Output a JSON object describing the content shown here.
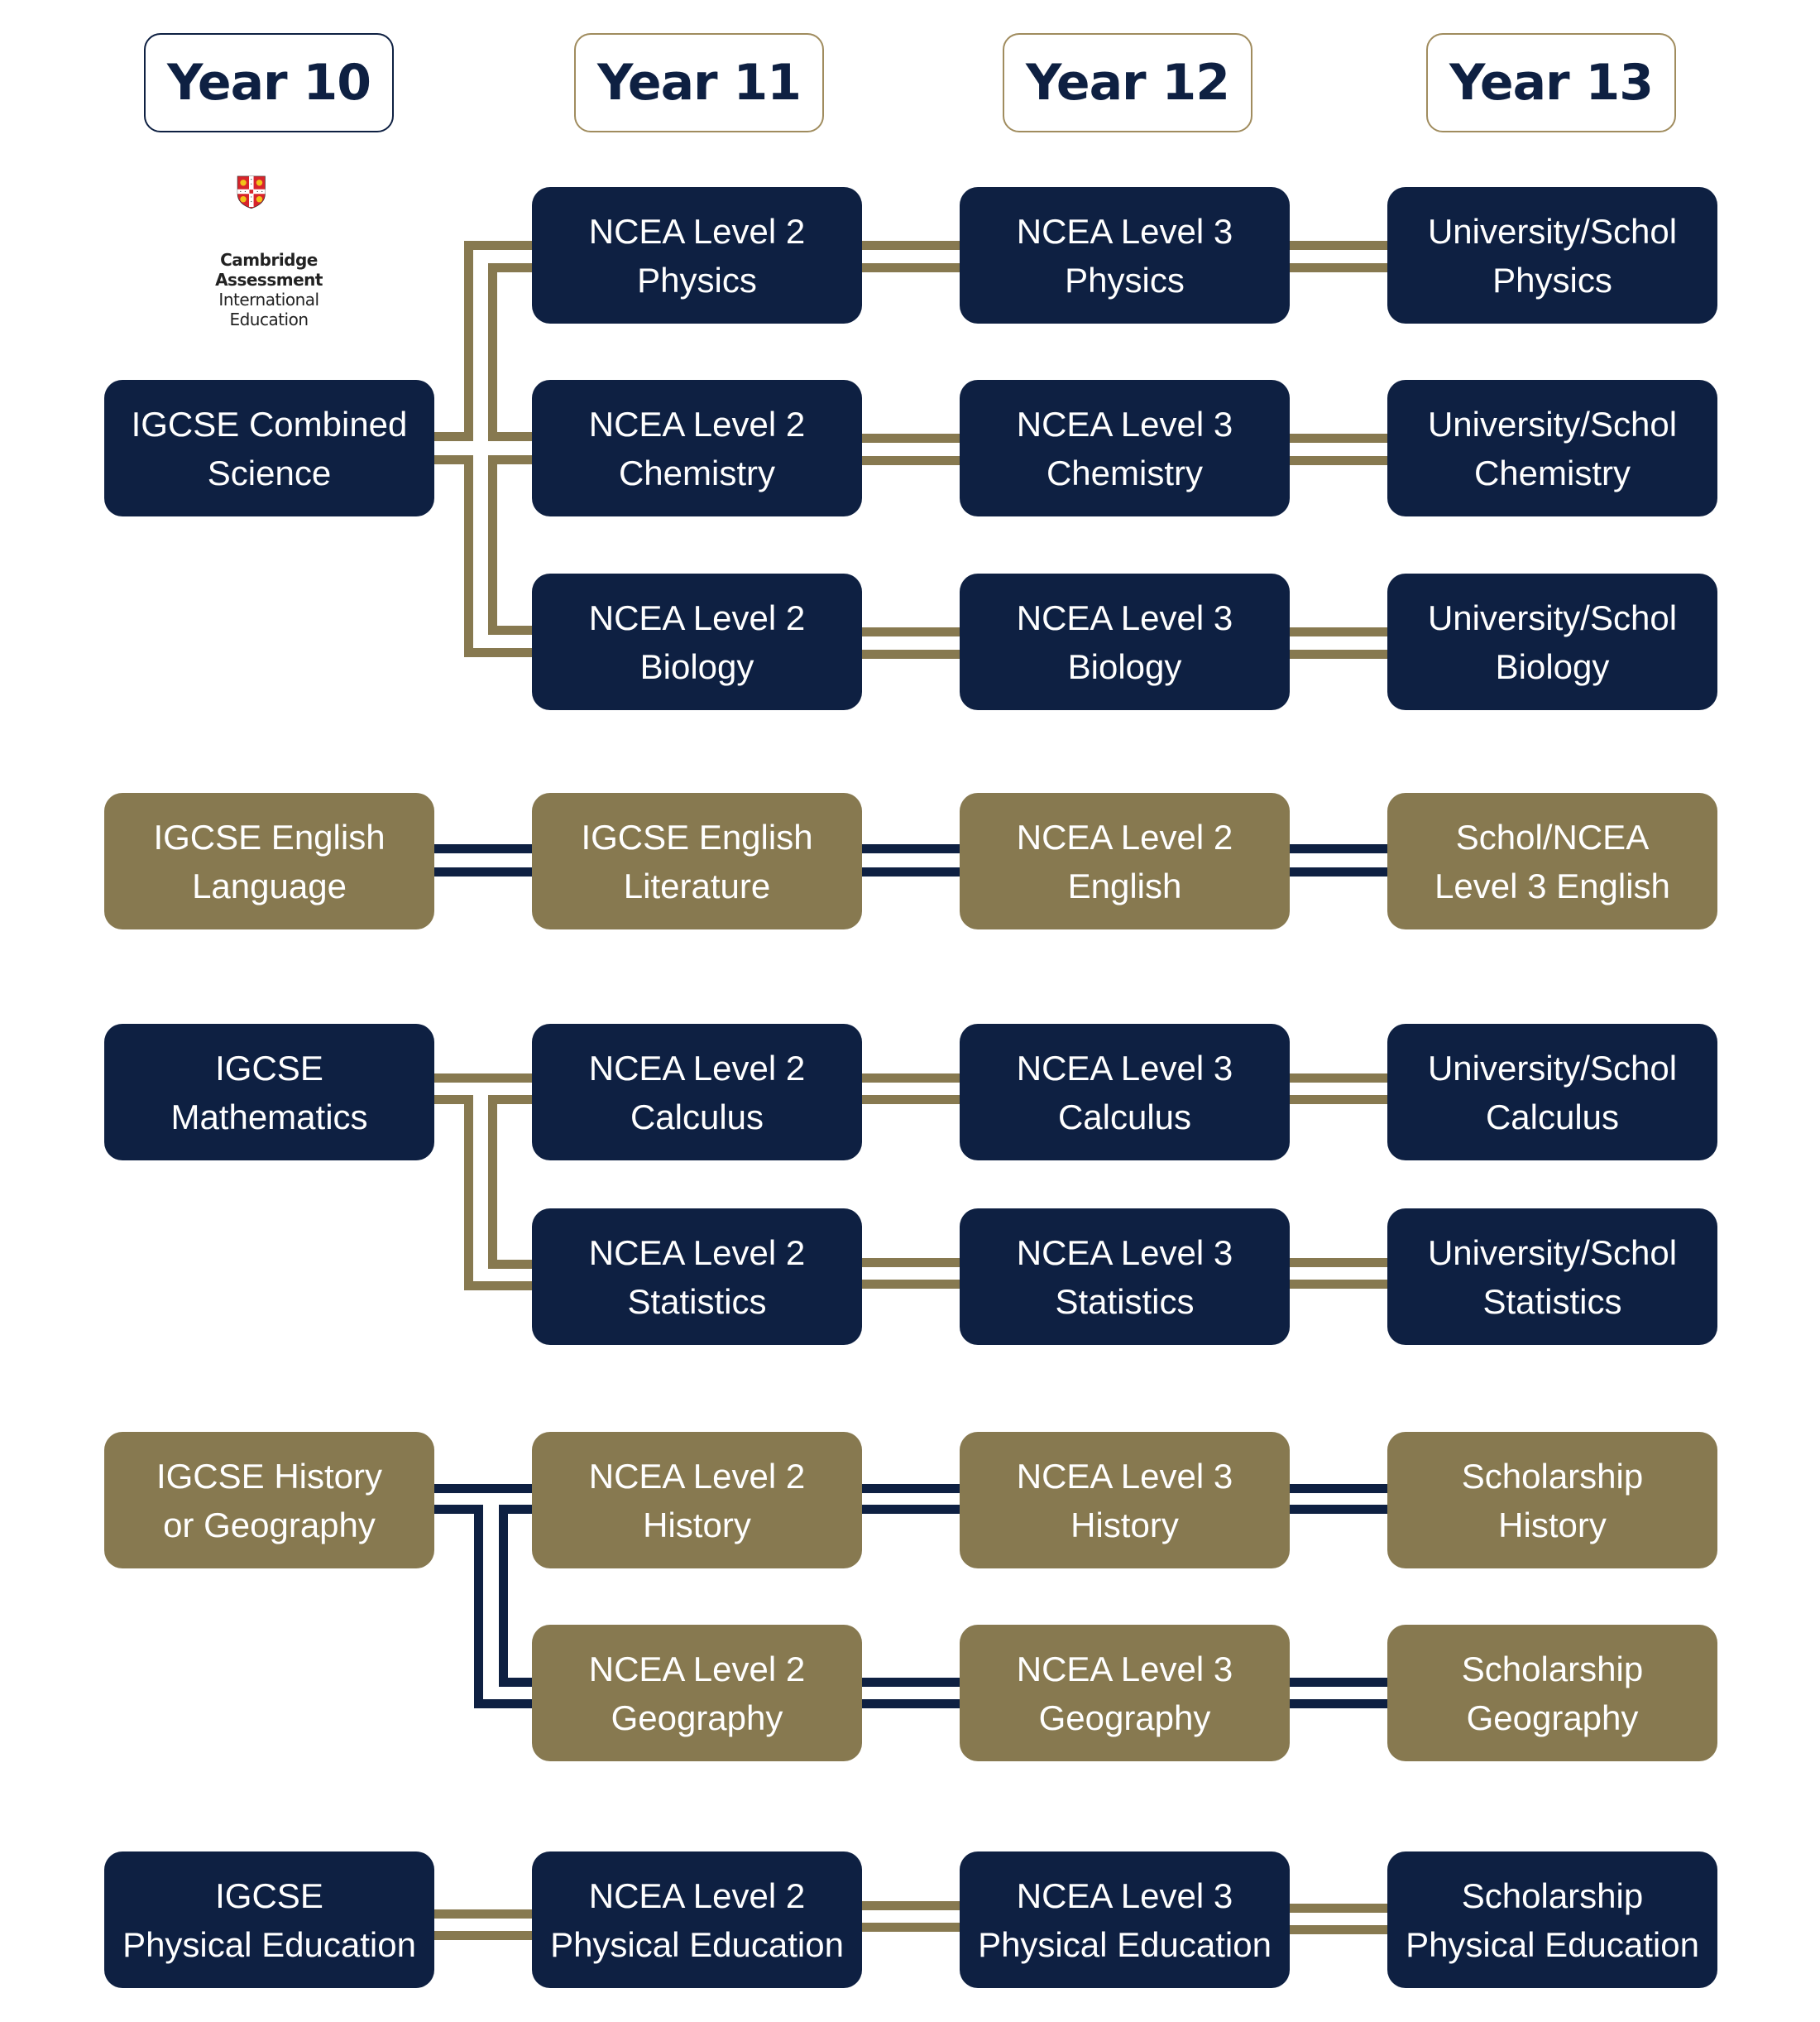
{
  "headers": [
    "Year 10",
    "Year 11",
    "Year 12",
    "Year 13"
  ],
  "logo": {
    "icon": "cambridge-shield-icon",
    "lines": [
      "Cambridge",
      "Assessment",
      "International",
      "Education"
    ]
  },
  "colors": {
    "navy": "#0e2042",
    "gold": "#877950",
    "background": "#ffffff"
  },
  "pathways": [
    {
      "name": "science",
      "year10": "IGCSE Combined\nScience",
      "color": "navy",
      "connector_color": "gold",
      "branches": [
        {
          "year11": "NCEA Level 2\nPhysics",
          "year12": "NCEA Level 3\nPhysics",
          "year13": "University/Schol\nPhysics"
        },
        {
          "year11": "NCEA Level 2\nChemistry",
          "year12": "NCEA Level 3\nChemistry",
          "year13": "University/Schol\nChemistry"
        },
        {
          "year11": "NCEA Level 2\nBiology",
          "year12": "NCEA Level 3\nBiology",
          "year13": "University/Schol\nBiology"
        }
      ]
    },
    {
      "name": "english",
      "year10": "IGCSE English\nLanguage",
      "color": "gold",
      "connector_color": "navy",
      "branches": [
        {
          "year11": "IGCSE English\nLiterature",
          "year12": "NCEA Level 2\nEnglish",
          "year13": "Schol/NCEA\nLevel 3 English"
        }
      ]
    },
    {
      "name": "mathematics",
      "year10": "IGCSE\nMathematics",
      "color": "navy",
      "connector_color": "gold",
      "branches": [
        {
          "year11": "NCEA Level 2\nCalculus",
          "year12": "NCEA Level 3\nCalculus",
          "year13": "University/Schol\nCalculus"
        },
        {
          "year11": "NCEA Level 2\nStatistics",
          "year12": "NCEA Level 3\nStatistics",
          "year13": "University/Schol\nStatistics"
        }
      ]
    },
    {
      "name": "humanities",
      "year10": "IGCSE History\nor Geography",
      "color": "gold",
      "connector_color": "navy",
      "branches": [
        {
          "year11": "NCEA Level 2\nHistory",
          "year12": "NCEA Level 3\nHistory",
          "year13": "Scholarship\nHistory"
        },
        {
          "year11": "NCEA Level 2\nGeography",
          "year12": "NCEA Level 3\nGeography",
          "year13": "Scholarship\nGeography"
        }
      ]
    },
    {
      "name": "physical-education",
      "year10": "IGCSE\nPhysical Education",
      "color": "navy",
      "connector_color": "gold",
      "branches": [
        {
          "year11": "NCEA Level 2\nPhysical Education",
          "year12": "NCEA Level 3\nPhysical Education",
          "year13": "Scholarship\nPhysical Education"
        }
      ]
    }
  ]
}
